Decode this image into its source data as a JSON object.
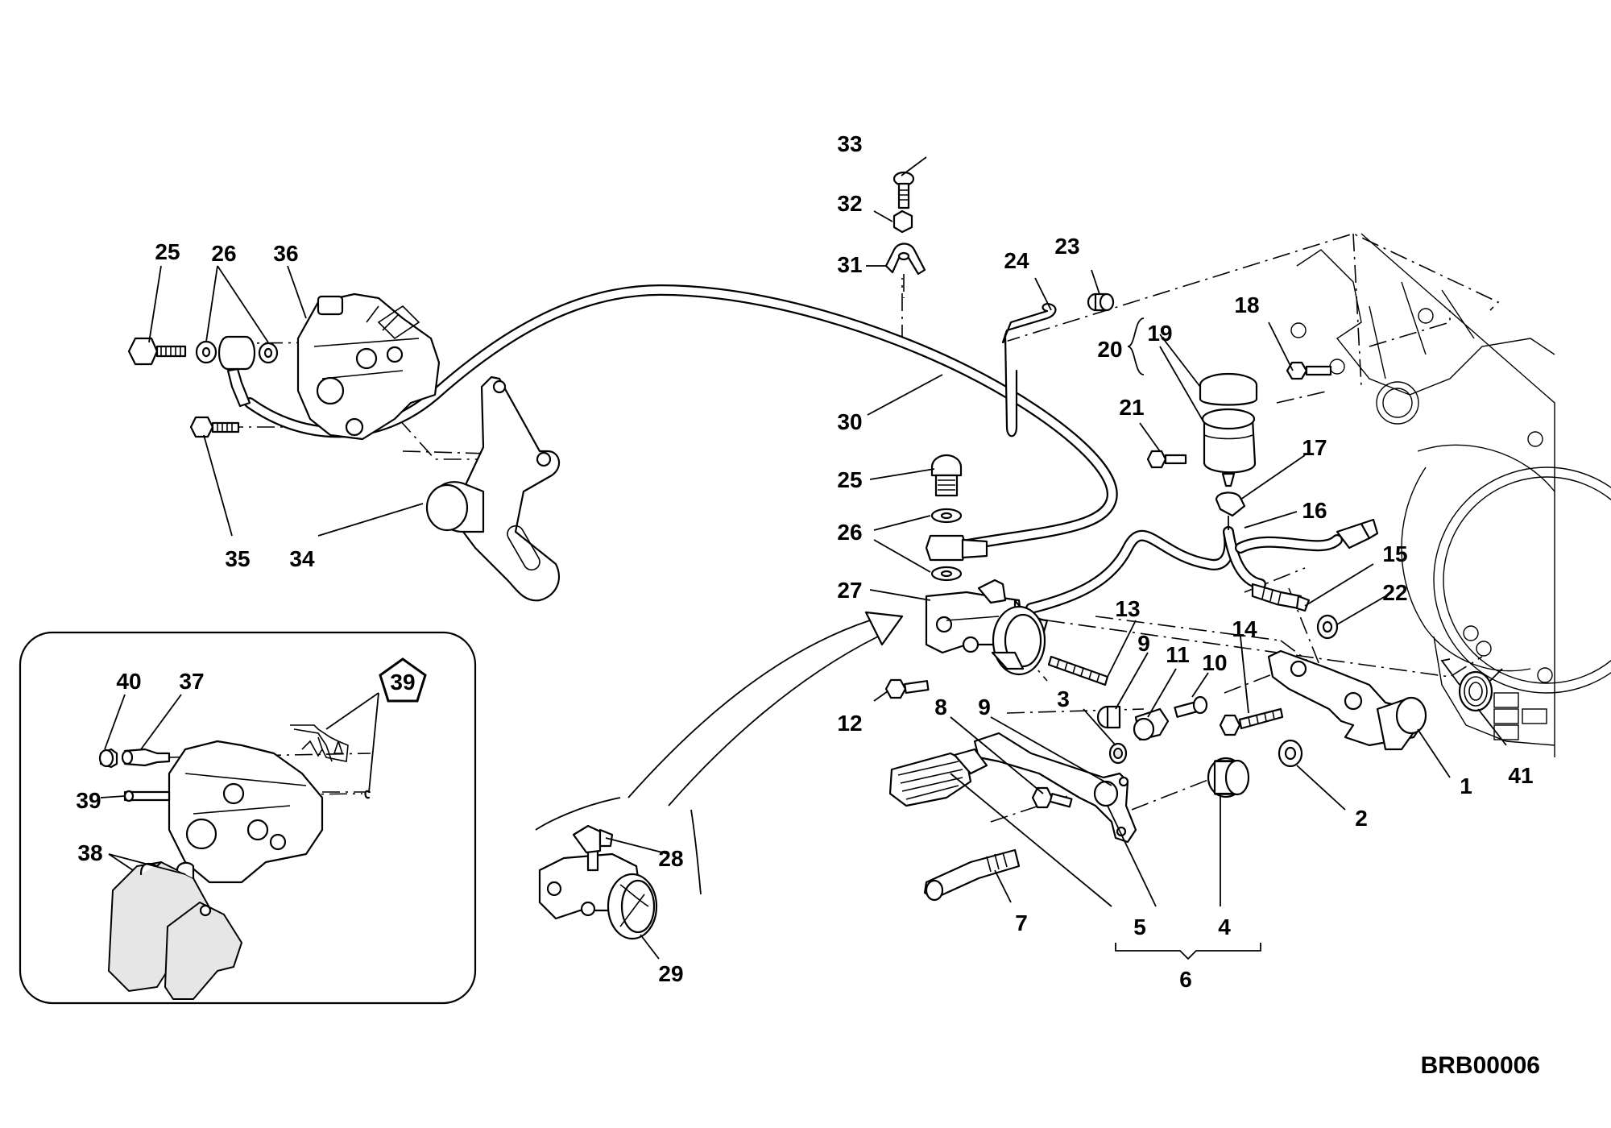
{
  "drawing_code": "BRB00006",
  "callouts": {
    "c1": "1",
    "c2": "2",
    "c3": "3",
    "c4": "4",
    "c5": "5",
    "c6": "6",
    "c7": "7",
    "c8": "8",
    "c9a": "9",
    "c9b": "9",
    "c10": "10",
    "c11": "11",
    "c12": "12",
    "c13": "13",
    "c14": "14",
    "c15": "15",
    "c16": "16",
    "c17": "17",
    "c18": "18",
    "c19": "19",
    "c20": "20",
    "c21": "21",
    "c22": "22",
    "c23": "23",
    "c24": "24",
    "c25a": "25",
    "c25b": "25",
    "c26a": "26",
    "c26b": "26",
    "c27": "27",
    "c28": "28",
    "c29": "29",
    "c30": "30",
    "c31": "31",
    "c32": "32",
    "c33": "33",
    "c34": "34",
    "c35": "35",
    "c36": "36",
    "c37": "37",
    "c38": "38",
    "c39a": "39",
    "c39b": "39",
    "c40": "40",
    "c41": "41"
  }
}
